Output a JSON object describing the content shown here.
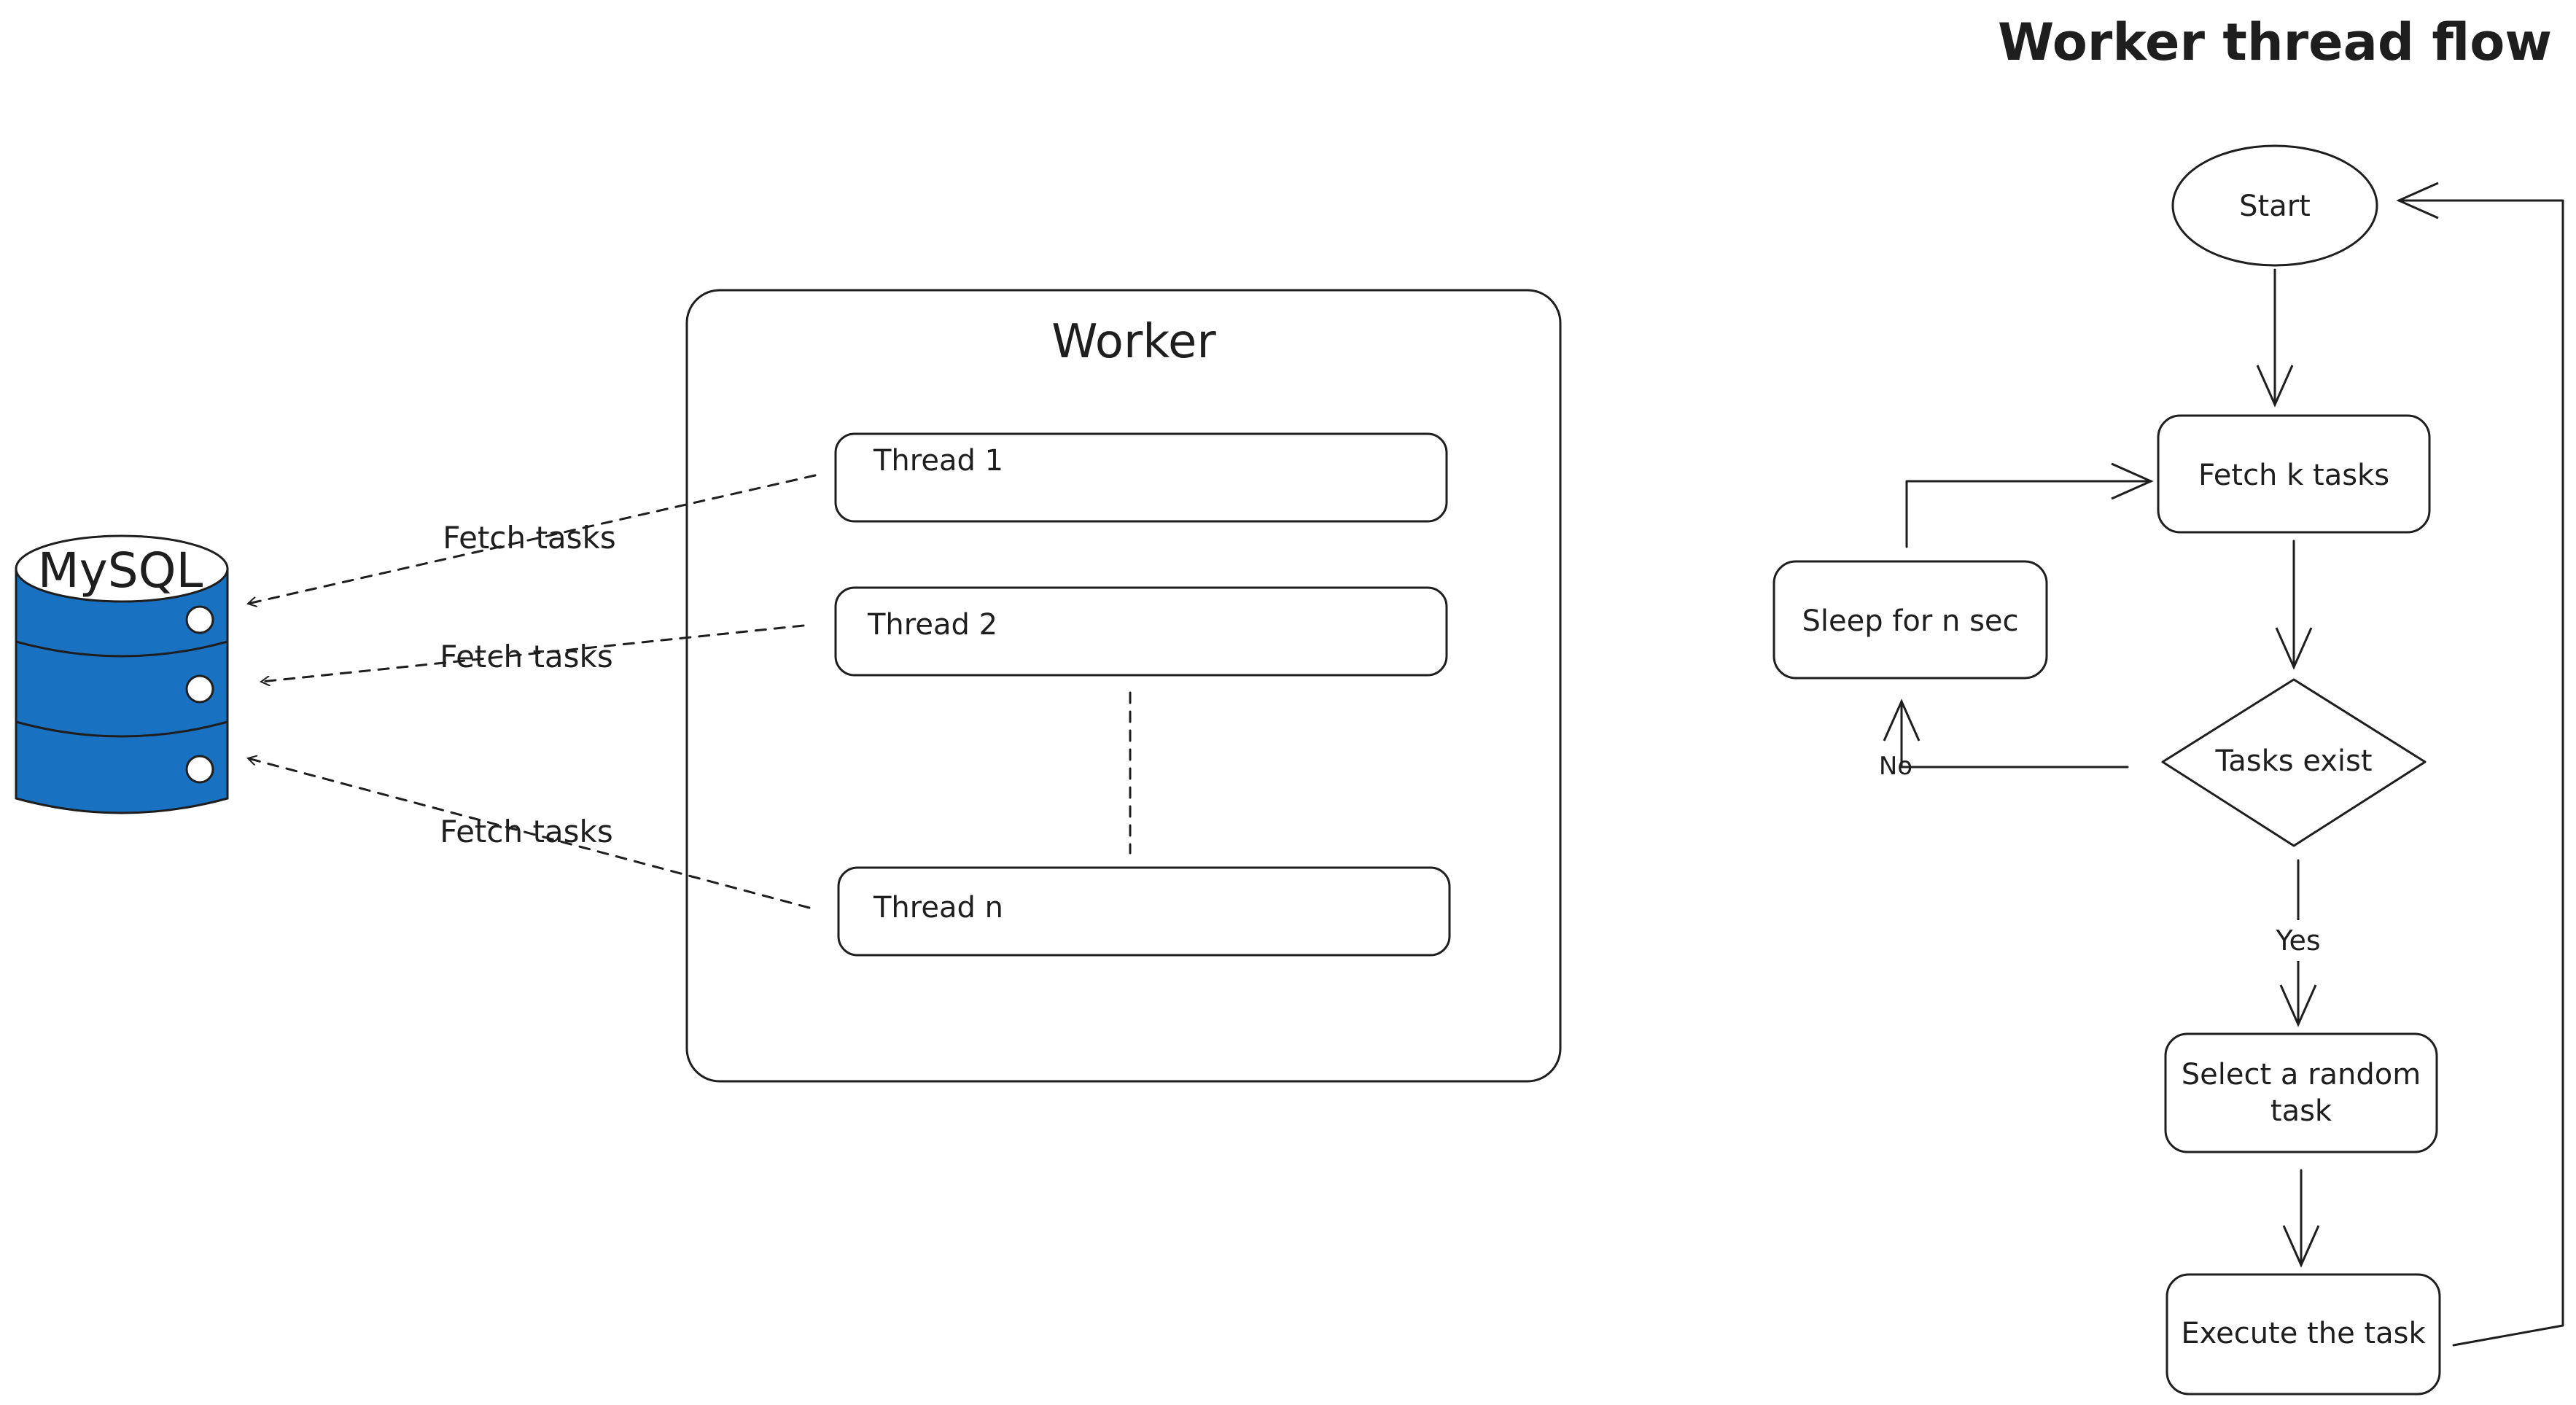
{
  "flow_title": "Worker thread flow",
  "database": {
    "label": "MySQL",
    "color": "#1971c2"
  },
  "worker": {
    "title": "Worker",
    "threads": [
      {
        "label": "Thread 1"
      },
      {
        "label": "Thread 2"
      },
      {
        "label": "Thread n"
      }
    ],
    "fetch_label": "Fetch tasks"
  },
  "flow": {
    "start": "Start",
    "fetch": "Fetch k tasks",
    "decision": "Tasks exist",
    "sleep": "Sleep for n sec",
    "select_line1": "Select a random",
    "select_line2": "task",
    "execute": "Execute the task",
    "no_label": "No",
    "yes_label": "Yes"
  }
}
